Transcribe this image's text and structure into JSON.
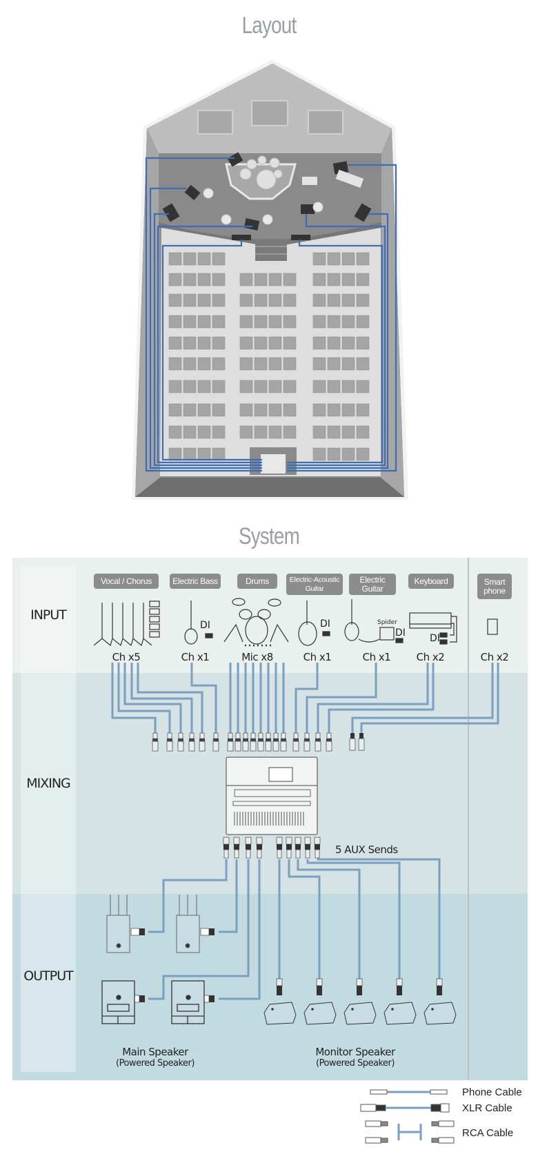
{
  "layout": {
    "title": "Layout"
  },
  "system": {
    "title": "System",
    "rows": {
      "input": "INPUT",
      "mixing": "MIXING",
      "output": "OUTPUT"
    },
    "sources": [
      {
        "label": "Vocal / Chorus",
        "count": "Ch x5",
        "icon": "mic-stands-icon"
      },
      {
        "label": "Electric Bass",
        "count": "Ch x1",
        "icon": "bass-guitar-icon",
        "di": "DI"
      },
      {
        "label": "Drums",
        "count": "Mic x8",
        "icon": "drum-kit-icon"
      },
      {
        "label": "Electric-Acoustic Guitar",
        "count": "Ch x1",
        "icon": "acoustic-guitar-icon",
        "di": "DI"
      },
      {
        "label": "Electric Guitar",
        "count": "Ch x1",
        "icon": "electric-guitar-icon",
        "di": "DI",
        "amp": "Spider"
      },
      {
        "label": "Keyboard",
        "count": "Ch x2",
        "icon": "keyboard-icon",
        "di": "DI"
      },
      {
        "label": "Smart phone",
        "count": "Ch x2",
        "icon": "smartphone-icon"
      }
    ],
    "aux_label": "5 AUX Sends",
    "outputs": {
      "main": {
        "title": "Main Speaker",
        "subtitle": "(Powered Speaker)"
      },
      "monitor": {
        "title": "Monitor Speaker",
        "subtitle": "(Powered Speaker)"
      }
    }
  },
  "legend": {
    "phone": "Phone Cable",
    "xlr": "XLR Cable",
    "rca": "RCA Cable"
  },
  "colors": {
    "cable": "#7a9fc0",
    "layout_cable": "#3f6db3",
    "input_bg": "#e9f0ee",
    "mixing_bg": "#d6e3e5",
    "output_bg": "#c2dbe1",
    "tag_bg": "#8c8c8c",
    "title": "#9c9ca8"
  }
}
